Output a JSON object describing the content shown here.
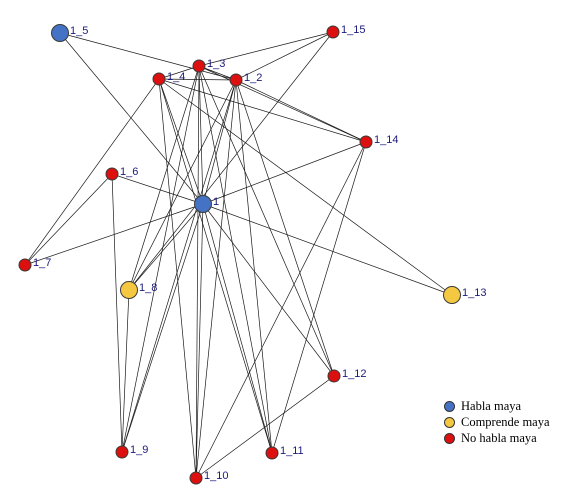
{
  "nodes": [
    {
      "id": "1",
      "label": "1",
      "group": "habla"
    },
    {
      "id": "1_2",
      "label": "1_2",
      "group": "no_habla"
    },
    {
      "id": "1_3",
      "label": "1_3",
      "group": "no_habla"
    },
    {
      "id": "1_4",
      "label": "1_4",
      "group": "no_habla"
    },
    {
      "id": "1_5",
      "label": "1_5",
      "group": "habla"
    },
    {
      "id": "1_6",
      "label": "1_6",
      "group": "no_habla"
    },
    {
      "id": "1_7",
      "label": "1_7",
      "group": "no_habla"
    },
    {
      "id": "1_8",
      "label": "1_8",
      "group": "comprende"
    },
    {
      "id": "1_9",
      "label": "1_9",
      "group": "no_habla"
    },
    {
      "id": "1_10",
      "label": "1_10",
      "group": "no_habla"
    },
    {
      "id": "1_11",
      "label": "1_11",
      "group": "no_habla"
    },
    {
      "id": "1_12",
      "label": "1_12",
      "group": "no_habla"
    },
    {
      "id": "1_13",
      "label": "1_13",
      "group": "comprende"
    },
    {
      "id": "1_14",
      "label": "1_14",
      "group": "no_habla"
    },
    {
      "id": "1_15",
      "label": "1_15",
      "group": "no_habla"
    }
  ],
  "edges": [
    [
      "1",
      "1_2"
    ],
    [
      "1",
      "1_3"
    ],
    [
      "1",
      "1_4"
    ],
    [
      "1",
      "1_5"
    ],
    [
      "1",
      "1_6"
    ],
    [
      "1",
      "1_7"
    ],
    [
      "1",
      "1_8"
    ],
    [
      "1",
      "1_9"
    ],
    [
      "1",
      "1_10"
    ],
    [
      "1",
      "1_11"
    ],
    [
      "1",
      "1_12"
    ],
    [
      "1",
      "1_13"
    ],
    [
      "1",
      "1_14"
    ],
    [
      "1_2",
      "1_3"
    ],
    [
      "1_2",
      "1_4"
    ],
    [
      "1_2",
      "1_8"
    ],
    [
      "1_2",
      "1_9"
    ],
    [
      "1_2",
      "1_10"
    ],
    [
      "1_2",
      "1_11"
    ],
    [
      "1_2",
      "1_12"
    ],
    [
      "1_2",
      "1_14"
    ],
    [
      "1_2",
      "1_15"
    ],
    [
      "1_3",
      "1_4"
    ],
    [
      "1_3",
      "1_8"
    ],
    [
      "1_3",
      "1_9"
    ],
    [
      "1_3",
      "1_10"
    ],
    [
      "1_3",
      "1_11"
    ],
    [
      "1_3",
      "1_12"
    ],
    [
      "1_3",
      "1_14"
    ],
    [
      "1_3",
      "1_15"
    ],
    [
      "1_4",
      "1_7"
    ],
    [
      "1_4",
      "1_10"
    ],
    [
      "1_4",
      "1_11"
    ],
    [
      "1_4",
      "1_13"
    ],
    [
      "1_4",
      "1_14"
    ],
    [
      "1_5",
      "1_2"
    ],
    [
      "1_6",
      "1_7"
    ],
    [
      "1_6",
      "1_9"
    ],
    [
      "1_8",
      "1_9"
    ],
    [
      "1_8",
      "1_15"
    ],
    [
      "1_14",
      "1_10"
    ],
    [
      "1_14",
      "1_11"
    ],
    [
      "1_12",
      "1_10"
    ]
  ],
  "groups": {
    "habla": {
      "label": "Habla maya",
      "color": "#4472c4"
    },
    "comprende": {
      "label": "Comprende maya",
      "color": "#f5c842"
    },
    "no_habla": {
      "label": "No habla maya",
      "color": "#dd1010"
    }
  },
  "legend": [
    {
      "group": "habla",
      "label": "Habla maya"
    },
    {
      "group": "comprende",
      "label": "Comprende maya"
    },
    {
      "group": "no_habla",
      "label": "No habla maya"
    }
  ]
}
